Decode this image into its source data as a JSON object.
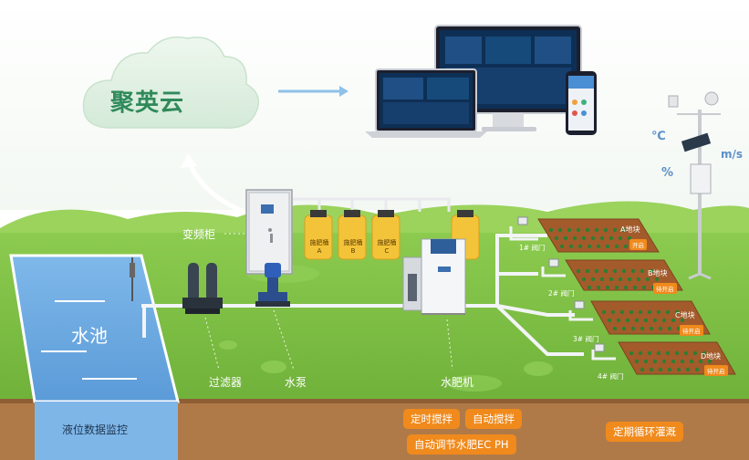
{
  "cloud": {
    "name": "聚英云"
  },
  "labels": {
    "inverter_cabinet": "变频柜",
    "pool": "水池",
    "filter": "过滤器",
    "pump": "水泵",
    "fertigation_machine": "水肥机",
    "level_monitor": "液位数据监控"
  },
  "tanks": [
    {
      "line1": "施肥桶",
      "line2": "A"
    },
    {
      "line1": "施肥桶",
      "line2": "B"
    },
    {
      "line1": "施肥桶",
      "line2": "C"
    }
  ],
  "features": {
    "timed_stir": "定时搅拌",
    "auto_stir": "自动搅拌",
    "auto_ec_ph": "自动调节水肥EC PH",
    "cyclic_irrigation": "定期循环灌溉"
  },
  "weather_units": {
    "temp": "℃",
    "wind": "m/s",
    "humidity": "%"
  },
  "plots": [
    {
      "name": "A地块",
      "status": "开启",
      "valve": "1# 阀门"
    },
    {
      "name": "B地块",
      "status": "待开启",
      "valve": "2# 阀门"
    },
    {
      "name": "C地块",
      "status": "待开启",
      "valve": "3# 阀门"
    },
    {
      "name": "D地块",
      "status": "待开启",
      "valve": "4# 阀门"
    }
  ],
  "colors": {
    "grass": "#7cc243",
    "soil": "#b07a48",
    "water": "#6aa8df",
    "accent": "#f08a1c",
    "cloud_text": "#2f8a5a"
  }
}
